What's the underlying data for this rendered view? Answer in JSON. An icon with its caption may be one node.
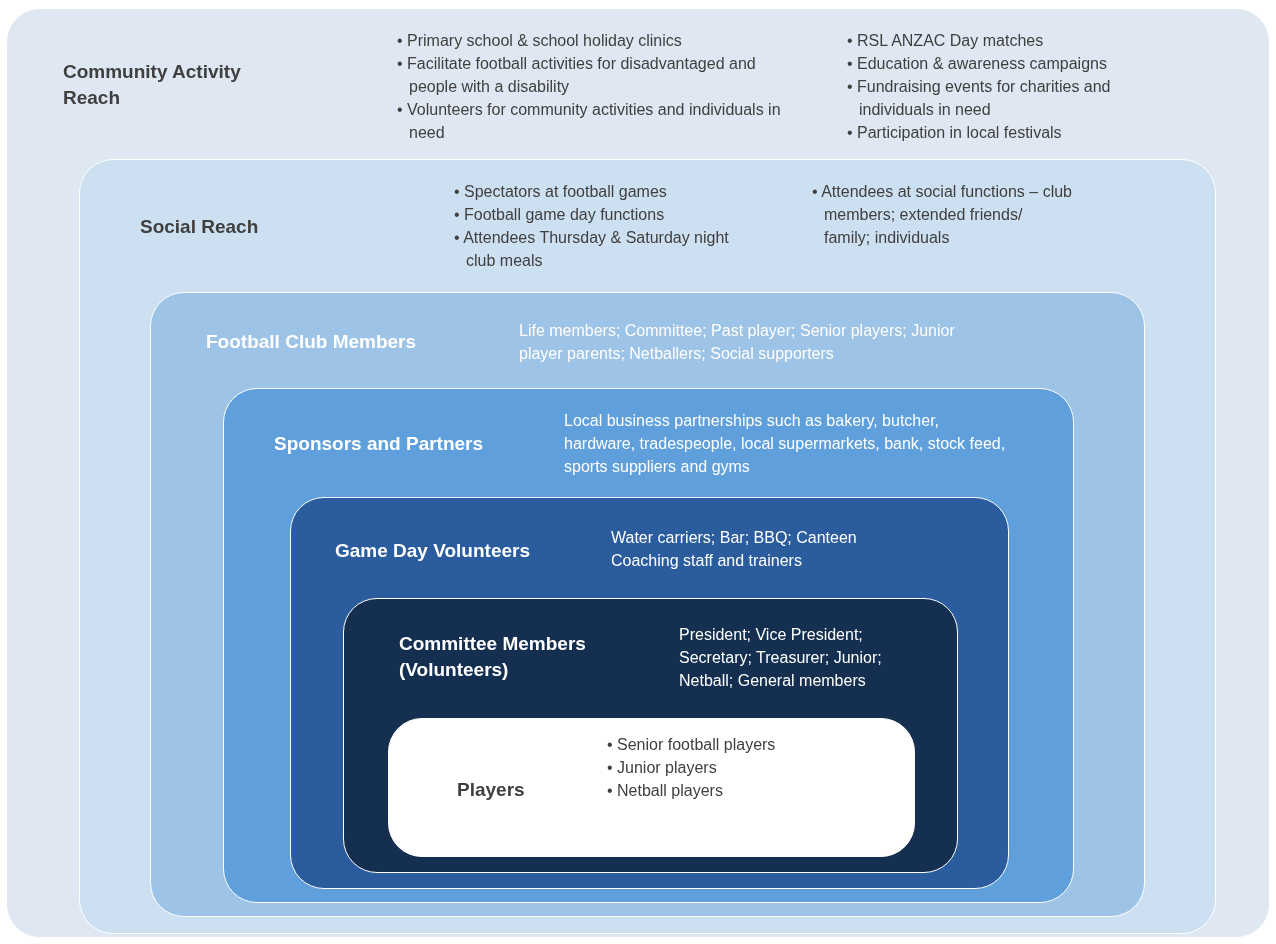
{
  "diagram": {
    "nodes": [
      {
        "text": [
          "Community Activity Reach",
          "• Primary school & school holiday clinics",
          "• Facilitate football activities for disadvantaged and people with a disability",
          "• Volunteers for community activities and individuals in need",
          "• RSL ANZAC Day matches",
          "• Education & awareness campaigns",
          "• Fundraising events for charities and individuals in need",
          "• Participation in local festivals"
        ]
      },
      {
        "text": [
          "Social Reach",
          "• Spectators at football games",
          "• Football game day functions",
          "• Attendees Thursday & Saturday night club meals",
          "• Attendees at social functions – club members; extended friends/ family; individuals"
        ],
        "in": 0
      },
      {
        "text": [
          "Football Club Members",
          "Life members; Committee; Past player; Senior players; Junior player parents; Netballers; Social supporters"
        ],
        "in": 1
      },
      {
        "text": [
          "Sponsors and Partners",
          "Local business partnerships such as bakery, butcher, hardware, tradespeople, local supermarkets, bank, stock feed, sports suppliers and gyms"
        ],
        "in": 2
      },
      {
        "text": [
          "Game Day Volunteers",
          "Water carriers; Bar; BBQ; Canteen",
          "Coaching staff and trainers"
        ],
        "in": 3
      },
      {
        "text": [
          "Committee Members (Volunteers)",
          "President; Vice President; Secretary; Treasurer; Junior; Netball; General members"
        ],
        "in": 4
      },
      {
        "text": [
          "Players",
          "• Senior football players",
          "• Junior players",
          "• Netball players"
        ],
        "in": 5
      }
    ]
  }
}
